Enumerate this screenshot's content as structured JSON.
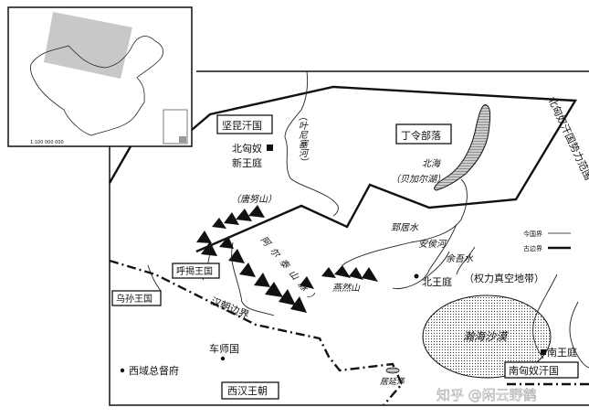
{
  "inset_map": {
    "scale": "1:100 000 000",
    "highlight_color": "#c8c8c8"
  },
  "legend": {
    "modern_border": "今国界",
    "ancient_border": "古边界"
  },
  "labels": {
    "jiankun": "坚昆汗国",
    "north_xiongnu_court_1": "北匈奴",
    "north_xiongnu_court_2": "新王庭",
    "yenisei": "（叶尼塞河）",
    "dingling": "丁令部落",
    "beihai": "北海",
    "baikal": "（贝加尔湖）",
    "north_xiongnu_sphere": "北匈奴汗国势力范围",
    "tangnu": "（唐努山）",
    "altai": "阿尔泰山脉）",
    "zhiju": "郅居水",
    "anhou": "安侯河",
    "yuwu": "余吾水",
    "hujie": "呼揭王国",
    "yanran": "燕然山",
    "north_court": "北王庭",
    "power_vacuum": "（权力真空地带）",
    "wusun": "乌孙王国",
    "han_border": "汉朝边界",
    "cheshi": "车师国",
    "protectorate": "西域总督府",
    "hanhai": "瀚海沙漠",
    "south_court": "南王庭",
    "south_xiongnu": "南匈奴汗国",
    "juyan": "居延泽",
    "western_han": "西汉王朝"
  },
  "watermark": "知乎 @闲云野鹤"
}
